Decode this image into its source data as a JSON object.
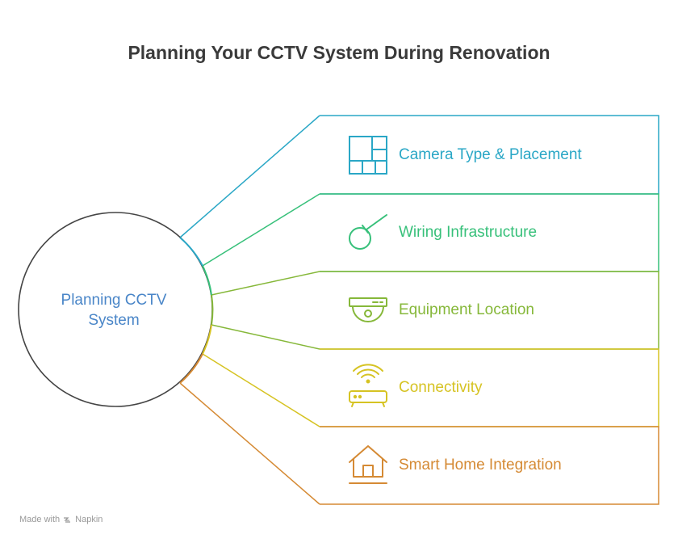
{
  "title": "Planning Your CCTV System During Renovation",
  "hub": {
    "label_line1": "Planning CCTV",
    "label_line2": "System"
  },
  "items": [
    {
      "label": "Camera Type & Placement",
      "icon": "floor-plan-icon",
      "color": "#2aa7c6"
    },
    {
      "label": "Wiring Infrastructure",
      "icon": "cable-icon",
      "color": "#37c07a"
    },
    {
      "label": "Equipment Location",
      "icon": "dome-camera-icon",
      "color": "#86b83a"
    },
    {
      "label": "Connectivity",
      "icon": "wifi-router-icon",
      "color": "#d6c323"
    },
    {
      "label": "Smart Home Integration",
      "icon": "house-icon",
      "color": "#d58a34"
    }
  ],
  "footer": {
    "made_with": "Made with",
    "brand": "Napkin"
  }
}
